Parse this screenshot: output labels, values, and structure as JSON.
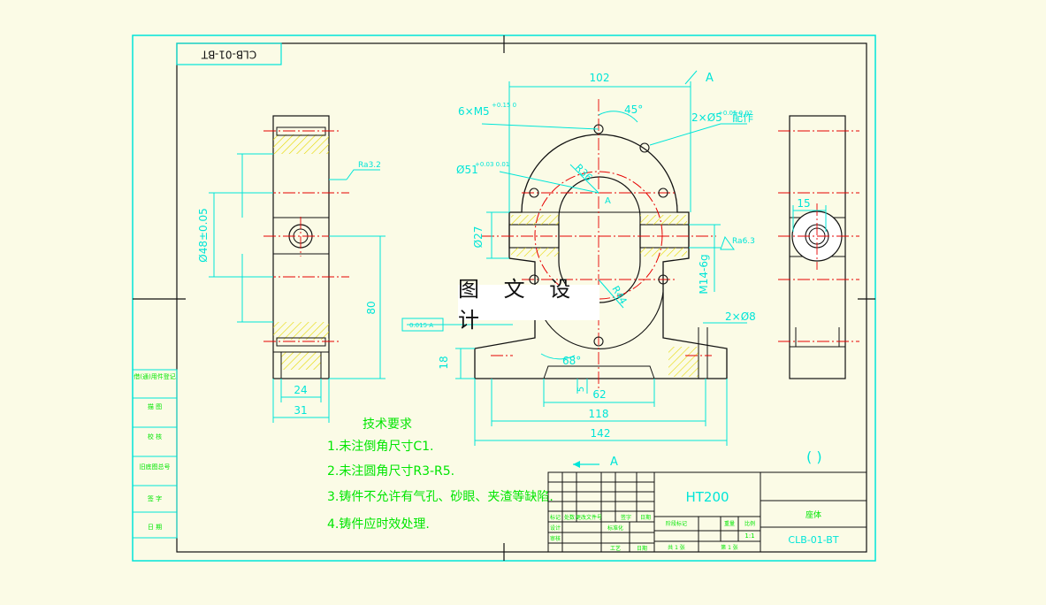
{
  "drawing": {
    "code_rotated": "CLB-01-BT",
    "watermark": "图 文 设 计",
    "section_label": "A",
    "section_arrow_bottom": "A",
    "paren_mark": "(      )"
  },
  "dimensions": {
    "d102": "102",
    "d45deg": "45°",
    "holes6": "6×M5",
    "holes6_tol": "+0.15 0",
    "pin2": "2×Ø5",
    "pin2_tol": "+0.05 0.02",
    "pin2_suffix": "配作",
    "r36": "R36",
    "d51": "Ø51",
    "d51_tol": "+0.03 0.01",
    "d27": "Ø27",
    "ra_right": "Ra6.3",
    "m14": "M14-6g",
    "r44": "R44",
    "holes2_8": "2×Ø8",
    "d18": "18",
    "d68": "68°",
    "d5": "5",
    "d62": "62",
    "d118": "118",
    "d142": "142",
    "d15": "15",
    "d48": "Ø48±0.05",
    "d80": "80",
    "d24": "24",
    "d31": "31",
    "ra_left": "Ra3.2",
    "tol_frame": "0.015  A",
    "center_a": "A"
  },
  "tech_req": {
    "title": "技术要求",
    "items": [
      "1.未注倒角尺寸C1.",
      "2.未注圆角尺寸R3-R5.",
      "3.铸件不允许有气孔、砂眼、夹渣等缺陷.",
      "4.铸件应时效处理."
    ]
  },
  "side_strip": {
    "cells": [
      "借(通)用件登记",
      "描 图",
      "校 核",
      "旧底图总号",
      "签 字",
      "日 期"
    ]
  },
  "title_block": {
    "material": "HT200",
    "part_name": "座体",
    "drawing_no": "CLB-01-BT",
    "scale": "1:1",
    "cells": [
      "标记",
      "处数",
      "更改文件号",
      "签字",
      "日期",
      "设计",
      "标准化",
      "审核",
      "工艺",
      "日期",
      "阶段标记",
      "重量",
      "比例",
      "共 1 张",
      "第 1 张"
    ]
  },
  "colors": {
    "border": "#00e5d8",
    "dimension": "#00e5d8",
    "outline": "#111111",
    "centerline": "#e60000",
    "hatch": "#e6d800",
    "notes": "#00e600"
  }
}
